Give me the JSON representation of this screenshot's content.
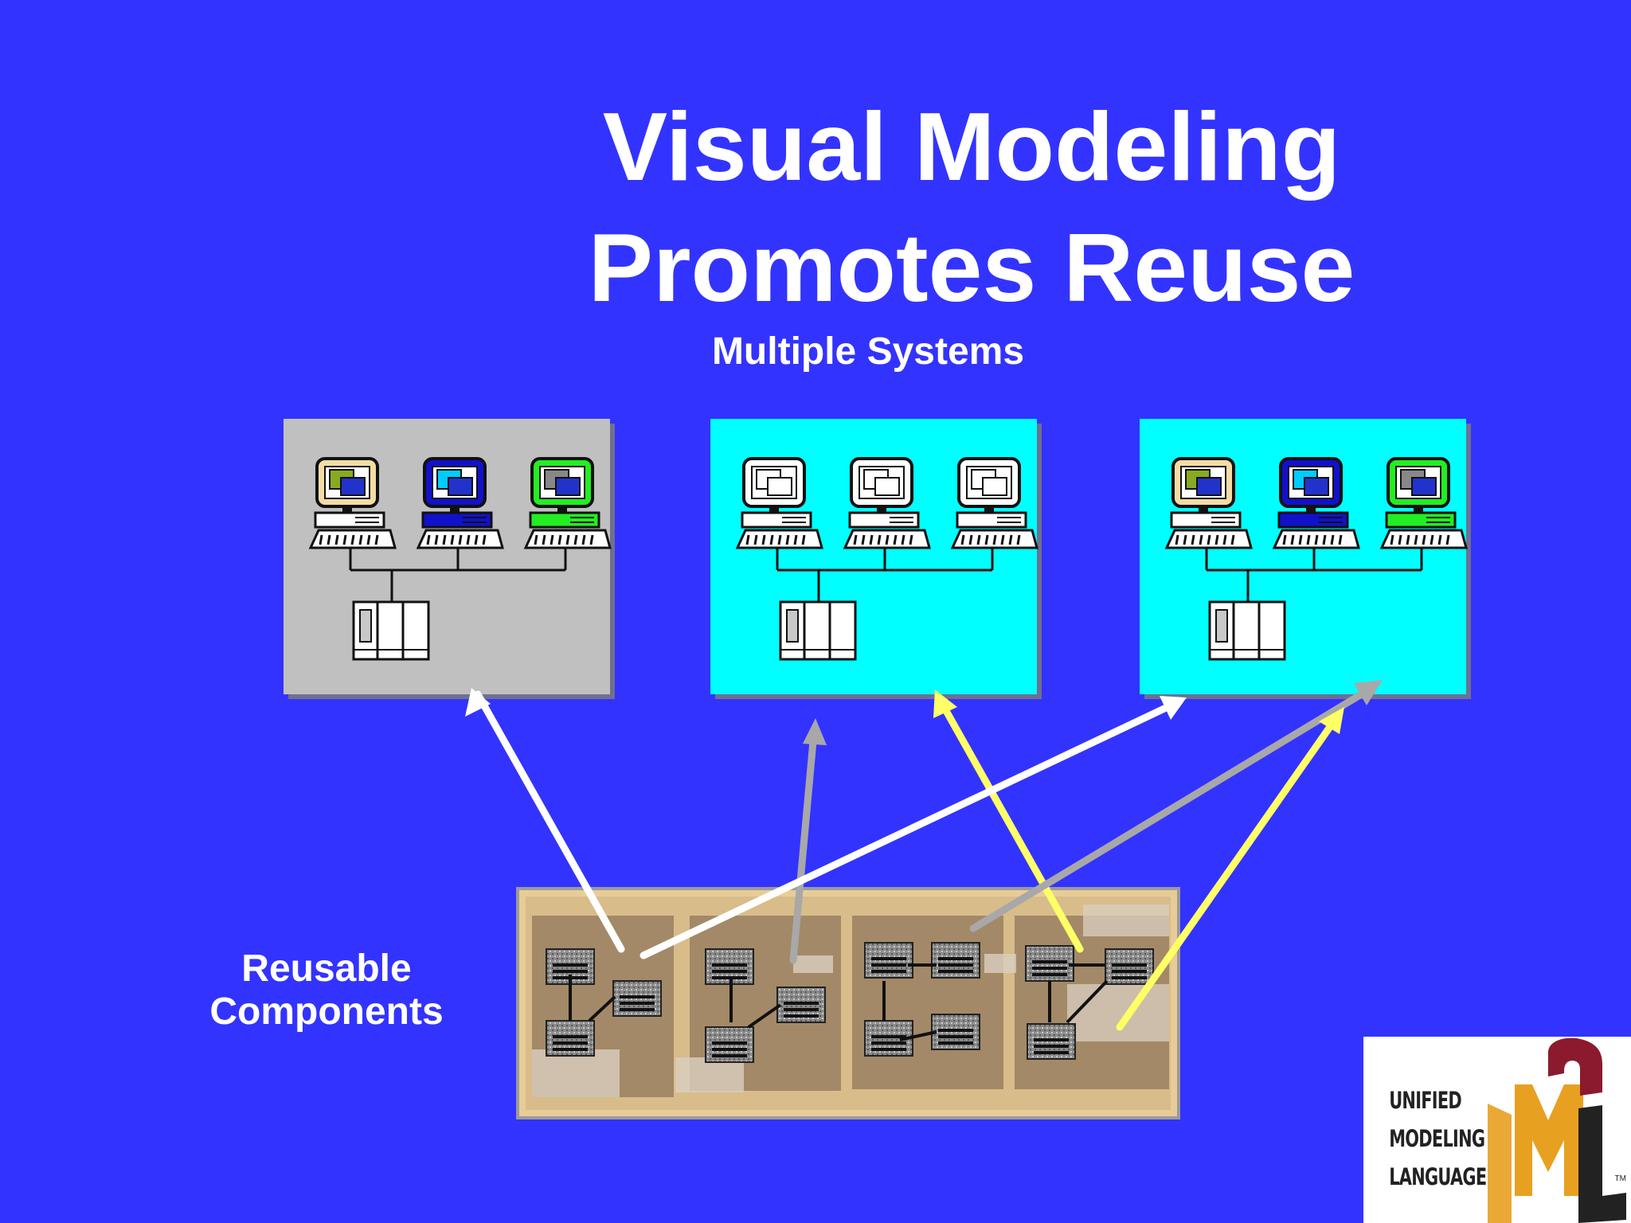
{
  "title": {
    "line1": "Visual Modeling",
    "line2": "Promotes Reuse"
  },
  "labels": {
    "top": "Multiple Systems",
    "left_line1": "Reusable",
    "left_line2": "Components"
  },
  "systems": [
    {
      "name": "system-1",
      "background": "#c0c0c0",
      "monitor_colors": [
        "#f4dca4",
        "#1111cc",
        "#22ee22"
      ]
    },
    {
      "name": "system-2",
      "background": "#00ffff",
      "monitor_colors": [
        "#ffffff",
        "#ffffff",
        "#ffffff"
      ]
    },
    {
      "name": "system-3",
      "background": "#00ffff",
      "monitor_colors": [
        "#f4dca4",
        "#1111cc",
        "#22ee22"
      ]
    }
  ],
  "arrow_colors": {
    "white": "#ffffff",
    "gray": "#a8a8a8",
    "yellow": "#ffff66"
  },
  "logo": {
    "line1": "UNIFIED",
    "line2": "MODELING",
    "line3": "LANGUAGE",
    "tm": "TM"
  },
  "colors": {
    "background": "#3333ff",
    "text": "#ffffff"
  }
}
